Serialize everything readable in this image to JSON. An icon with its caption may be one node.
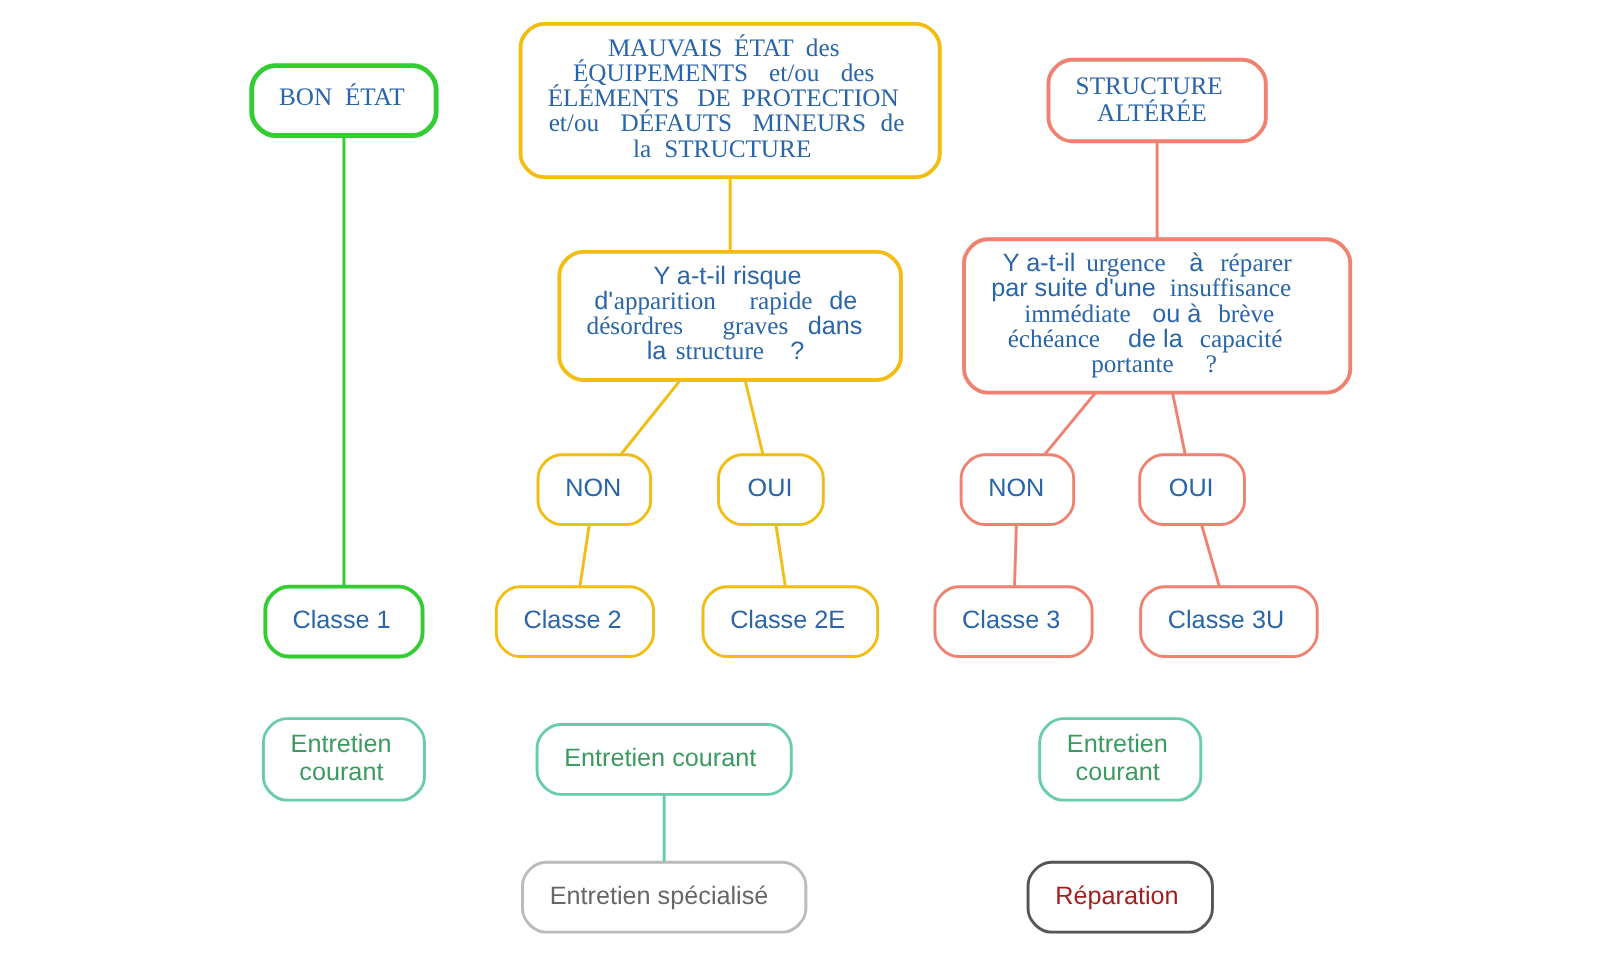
{
  "diagram": {
    "nodes": [
      {
        "text": [
          "BON ÉTAT"
        ]
      },
      {
        "text": [
          "MAUVAIS ÉTAT des ÉQUIPEMENTS et/ou des ÉLÉMENTS DE PROTECTION et/ou DÉFAUTS MINEURS de la STRUCTURE"
        ]
      },
      {
        "text": [
          "STRUCTURE ALTÉRÉE"
        ]
      },
      {
        "text": [
          "Y a-t-il risque d'**apparition rapide** de **désordres graves** dans la **structure** ?"
        ]
      },
      {
        "text": [
          "Y a-t-il **urgence** à **réparer** par suite d'une **insuffisance immédiate** ou à **brève échéance** de la **capacité portante ?**"
        ]
      },
      {
        "text": [
          "NON"
        ]
      },
      {
        "text": [
          "OUI"
        ]
      },
      {
        "text": [
          "NON"
        ]
      },
      {
        "text": [
          "OUI"
        ]
      },
      {
        "text": [
          "Classe 1"
        ]
      },
      {
        "text": [
          "Classe 2"
        ]
      },
      {
        "text": [
          "Classe 2E"
        ]
      },
      {
        "text": [
          "Classe 3"
        ]
      },
      {
        "text": [
          "Classe 3U"
        ]
      },
      {
        "text": [
          "Entretien courant"
        ]
      },
      {
        "text": [
          "Entretien courant"
        ]
      },
      {
        "text": [
          "Entretien spécialisé"
        ]
      },
      {
        "text": [
          "Entretien courant"
        ]
      },
      {
        "text": [
          "Réparation"
        ]
      }
    ],
    "edges": [
      {
        "from": 0,
        "to": 9,
        "arrow": "none",
        "color": "#33cc33"
      },
      {
        "from": 1,
        "to": 3,
        "arrow": "none"
      },
      {
        "from": 2,
        "to": 4,
        "arrow": "none",
        "color": "#f08070"
      },
      {
        "from": 3,
        "to": 5,
        "arrow": "none"
      },
      {
        "from": 3,
        "to": 6,
        "arrow": "none"
      },
      {
        "from": 4,
        "to": 7,
        "arrow": "none",
        "color": "#f08070"
      },
      {
        "from": 4,
        "to": 8,
        "arrow": "none",
        "color": "#f08070"
      },
      {
        "from": 5,
        "to": 10,
        "arrow": "none"
      },
      {
        "from": 6,
        "to": 11,
        "arrow": "none"
      },
      {
        "from": 7,
        "to": 12,
        "arrow": "none",
        "color": "#f08070"
      },
      {
        "from": 8,
        "to": 13,
        "arrow": "none",
        "color": "#f08070"
      },
      {
        "from": 15,
        "to": 16,
        "arrow": "none",
        "color": "#66ccaa"
      }
    ]
  }
}
